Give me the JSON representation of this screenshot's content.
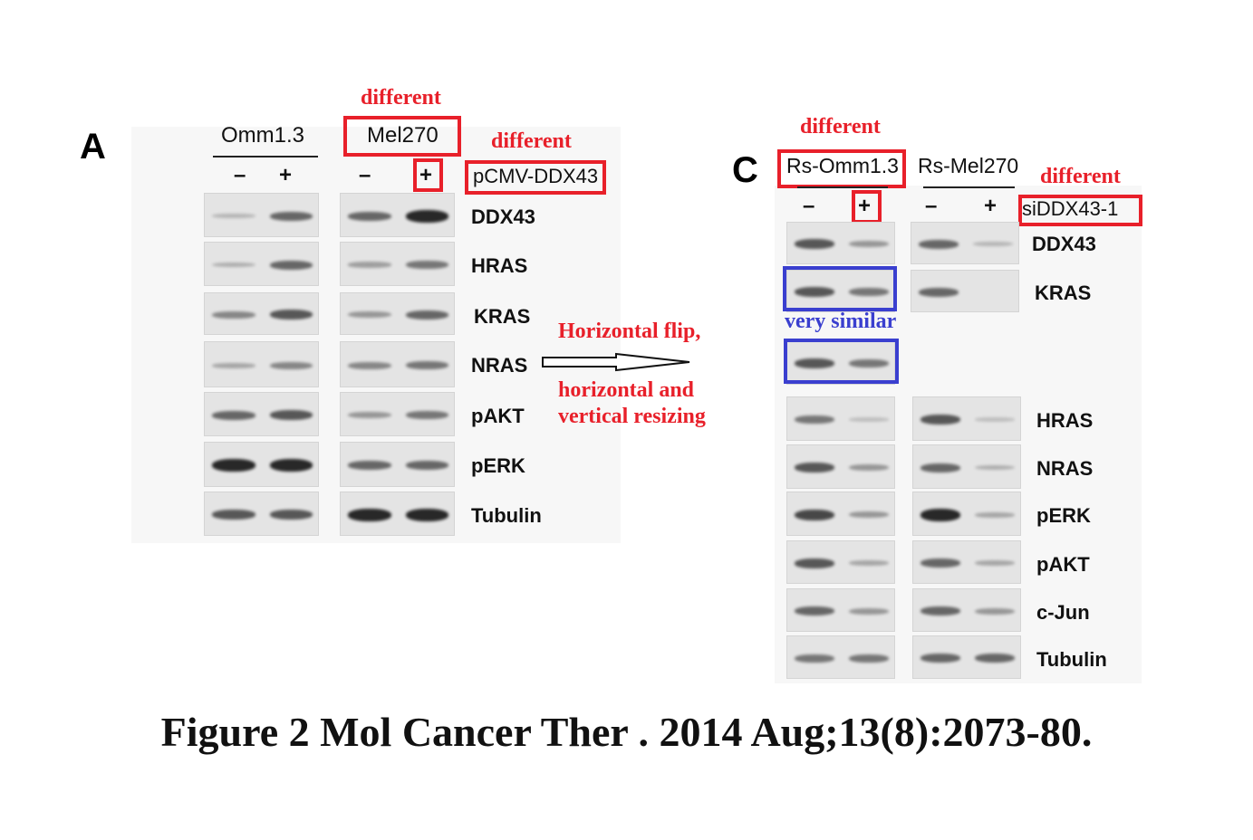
{
  "panel_a": {
    "letter": "A",
    "cell_lines": [
      "Omm1.3",
      "Mel270"
    ],
    "treatment": "pCMV-DDX43",
    "lane_signs": [
      "–",
      "+",
      "–",
      "+"
    ],
    "proteins": [
      "DDX43",
      "HRAS",
      "KRAS",
      "NRAS",
      "pAKT",
      "pERK",
      "Tubulin"
    ]
  },
  "panel_c": {
    "letter": "C",
    "cell_lines": [
      "Rs-Omm1.3",
      "Rs-Mel270"
    ],
    "treatment": "siDDX43-1",
    "lane_signs": [
      "–",
      "+",
      "–",
      "+"
    ],
    "proteins_top": [
      "DDX43",
      "KRAS"
    ],
    "proteins": [
      "HRAS",
      "NRAS",
      "pERK",
      "pAKT",
      "c-Jun",
      "Tubulin"
    ]
  },
  "annotations": {
    "different_mel270": "different",
    "different_pcmv": "different",
    "different_rsomm": "different",
    "different_sidd": "different",
    "very_similar": "very similar",
    "flip_line1": "Horizontal flip,",
    "flip_line2": "horizontal and",
    "flip_line3": "vertical resizing"
  },
  "caption": "Figure 2 Mol Cancer Ther . 2014 Aug;13(8):2073-80.",
  "colors": {
    "red": "#e8202a",
    "blue": "#3a3fcf"
  }
}
